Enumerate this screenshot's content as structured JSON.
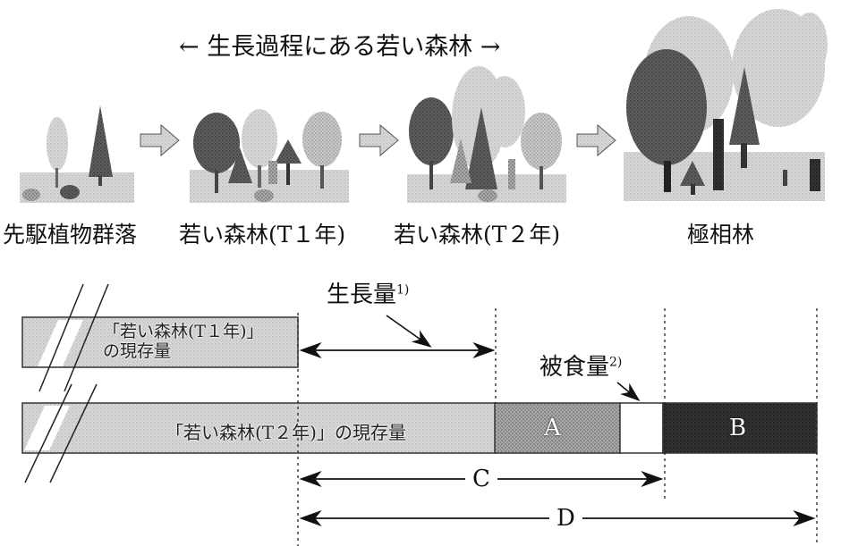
{
  "title": "← 生長過程にある若い森林 →",
  "stages": [
    "先駆植物群落",
    "若い森林(T１年)",
    "若い森林(T２年)",
    "極相林"
  ],
  "labels": {
    "growth": "生長量",
    "growth_note": "1)",
    "grazing": "被食量",
    "grazing_note": "2)",
    "t1_stock": "「若い森林(T１年)」",
    "t1_stock_line2": "の現存量",
    "t2_stock": "「若い森林(T２年)」の現存量",
    "a": "A",
    "b": "B",
    "c": "C",
    "d": "D"
  }
}
